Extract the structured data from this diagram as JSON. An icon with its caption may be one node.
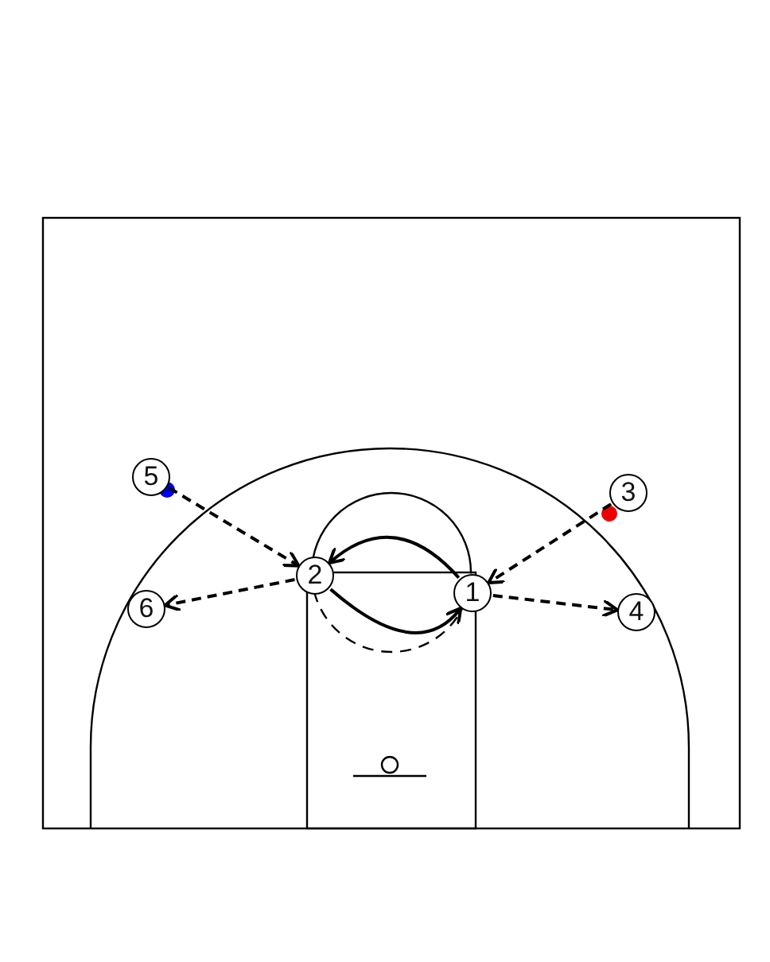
{
  "diagram": {
    "nodes": [
      {
        "text": [
          "5"
        ]
      },
      {
        "text": [
          "3"
        ]
      },
      {
        "text": [
          "2"
        ]
      },
      {
        "text": [
          "1"
        ]
      },
      {
        "text": [
          "6"
        ]
      },
      {
        "text": [
          "4"
        ]
      }
    ],
    "edges": [
      {
        "from": 0,
        "to": 2,
        "arrow": "to",
        "style": "dashed"
      },
      {
        "from": 2,
        "to": 4,
        "arrow": "to",
        "style": "dashed"
      },
      {
        "from": 1,
        "to": 3,
        "arrow": "to",
        "style": "dashed"
      },
      {
        "from": 3,
        "to": 5,
        "arrow": "to",
        "style": "dashed"
      },
      {
        "from": 3,
        "to": 2,
        "arrow": "to"
      },
      {
        "from": 2,
        "to": 3,
        "arrow": "to"
      }
    ]
  }
}
